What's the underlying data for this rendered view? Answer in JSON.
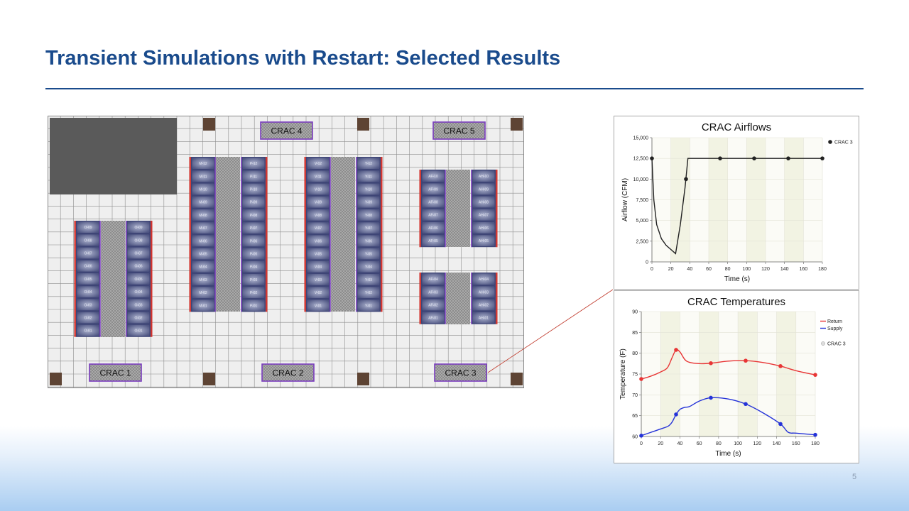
{
  "slide": {
    "title": "Transient Simulations with Restart: Selected Results",
    "page_number": "5"
  },
  "floor_plan": {
    "cracs": [
      {
        "label": "CRAC 4"
      },
      {
        "label": "CRAC 5"
      },
      {
        "label": "CRAC 1"
      },
      {
        "label": "CRAC 2"
      },
      {
        "label": "CRAC 3"
      }
    ],
    "racks": {
      "o_left": [
        "O-09",
        "O-08",
        "O-07",
        "O-06",
        "O-05",
        "O-04",
        "O-03",
        "O-02",
        "O-01"
      ],
      "o_right": [
        "O-09",
        "O-08",
        "O-07",
        "O-06",
        "O-05",
        "O-04",
        "O-03",
        "O-02",
        "O-01"
      ],
      "m": [
        "M-12",
        "M-11",
        "M-10",
        "M-09",
        "M-08",
        "M-07",
        "M-06",
        "M-05",
        "M-04",
        "M-03",
        "M-02",
        "M-01"
      ],
      "p": [
        "P-12",
        "P-11",
        "P-10",
        "P-09",
        "P-08",
        "P-07",
        "P-06",
        "P-05",
        "P-04",
        "P-03",
        "P-02",
        "P-01"
      ],
      "v": [
        "V-12",
        "V-11",
        "V-10",
        "V-09",
        "V-08",
        "V-07",
        "V-06",
        "V-05",
        "V-04",
        "V-03",
        "V-02",
        "V-01"
      ],
      "y": [
        "Y-12",
        "Y-11",
        "Y-10",
        "Y-09",
        "Y-08",
        "Y-07",
        "Y-06",
        "Y-05",
        "Y-04",
        "Y-03",
        "Y-02",
        "Y-01"
      ],
      "af_top": [
        "AF-10",
        "AF-09",
        "AF-08",
        "AF-07",
        "AF-06",
        "AF-05"
      ],
      "ah_top": [
        "AH-10",
        "AH-09",
        "AH-08",
        "AH-07",
        "AH-06",
        "AH-05"
      ],
      "af_bot": [
        "AF-04",
        "AF-03",
        "AF-02",
        "AF-01"
      ],
      "ah_bot": [
        "AH-04",
        "AH-03",
        "AH-02",
        "AH-01"
      ]
    }
  },
  "chart_data": [
    {
      "type": "line",
      "title": "CRAC Airflows",
      "xlabel": "Time (s)",
      "ylabel": "Airflow (CFM)",
      "xlim": [
        0,
        180
      ],
      "ylim": [
        0,
        15000
      ],
      "xticks": [
        0,
        20,
        40,
        60,
        80,
        100,
        120,
        140,
        160,
        180
      ],
      "yticks": [
        0,
        2500,
        5000,
        7500,
        10000,
        12500,
        15000
      ],
      "ytick_labels": [
        "0",
        "2,500",
        "5,000",
        "7,500",
        "10,000",
        "12,500",
        "15,000"
      ],
      "legend_position": "top-right",
      "series": [
        {
          "name": "CRAC 3",
          "color": "#222222",
          "x": [
            0,
            2,
            5,
            10,
            15,
            20,
            25,
            30,
            35,
            38,
            40,
            50,
            60,
            72,
            90,
            108,
            125,
            144,
            160,
            180
          ],
          "y": [
            12500,
            7500,
            4500,
            2800,
            2000,
            1500,
            1000,
            4500,
            9000,
            12500,
            12500,
            12500,
            12500,
            12500,
            12500,
            12500,
            12500,
            12500,
            12500,
            12500
          ],
          "markers": [
            [
              0,
              12500
            ],
            [
              36,
              10000
            ],
            [
              72,
              12500
            ],
            [
              108,
              12500
            ],
            [
              144,
              12500
            ],
            [
              180,
              12500
            ]
          ]
        }
      ]
    },
    {
      "type": "line",
      "title": "CRAC Temperatures",
      "xlabel": "Time (s)",
      "ylabel": "Temperature (F)",
      "xlim": [
        0,
        180
      ],
      "ylim": [
        60,
        90
      ],
      "xticks": [
        0,
        20,
        40,
        60,
        80,
        100,
        120,
        140,
        160,
        180
      ],
      "yticks": [
        60,
        65,
        70,
        75,
        80,
        85,
        90
      ],
      "legend_position": "top-right",
      "legend_group": "CRAC 3",
      "series": [
        {
          "name": "Return",
          "color": "#e83535",
          "x": [
            0,
            10,
            20,
            27,
            32,
            36,
            40,
            45,
            50,
            60,
            72,
            90,
            108,
            125,
            144,
            160,
            180
          ],
          "y": [
            73.8,
            74.5,
            75.5,
            76.5,
            79,
            80.8,
            80.3,
            78.5,
            77.8,
            77.5,
            77.6,
            78.1,
            78.2,
            77.8,
            76.9,
            75.8,
            74.8
          ],
          "markers": [
            [
              0,
              73.8
            ],
            [
              36,
              80.8
            ],
            [
              72,
              77.6
            ],
            [
              108,
              78.2
            ],
            [
              144,
              76.9
            ],
            [
              180,
              74.8
            ]
          ]
        },
        {
          "name": "Supply",
          "color": "#2432d8",
          "x": [
            0,
            10,
            20,
            28,
            32,
            36,
            40,
            45,
            50,
            60,
            72,
            90,
            108,
            125,
            144,
            152,
            160,
            180
          ],
          "y": [
            60.2,
            61,
            61.8,
            62.5,
            63.5,
            65.3,
            66.5,
            67,
            67.2,
            68.5,
            69.3,
            69,
            67.8,
            65.8,
            63,
            61,
            60.8,
            60.4
          ],
          "markers": [
            [
              0,
              60.2
            ],
            [
              36,
              65.3
            ],
            [
              72,
              69.3
            ],
            [
              108,
              67.8
            ],
            [
              144,
              63
            ],
            [
              180,
              60.4
            ]
          ]
        }
      ]
    }
  ]
}
